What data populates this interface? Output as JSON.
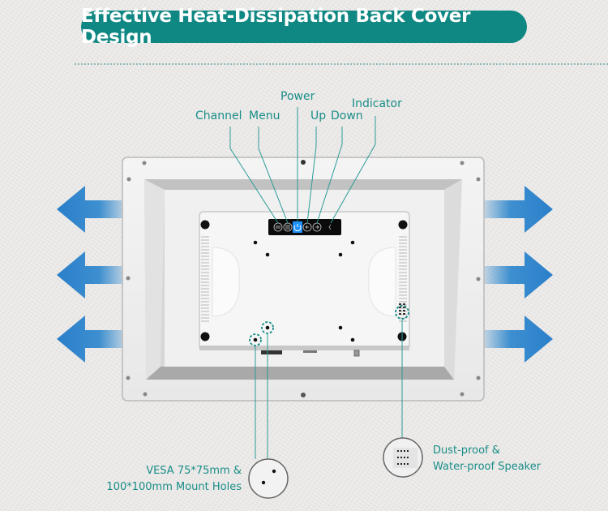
{
  "title": "Effective Heat-Dissipation Back Cover Design",
  "callouts": {
    "channel": "Channel",
    "menu": "Menu",
    "power": "Power",
    "up": "Up",
    "down": "Down",
    "indicator": "Indicator"
  },
  "notes": {
    "vesa_line1": "VESA 75*75mm &",
    "vesa_line2": "100*100mm Mount Holes",
    "speaker_line1": "Dust-proof &",
    "speaker_line2": "Water-proof Speaker"
  },
  "colors": {
    "accent": "#0f8783",
    "arrow": "#2a7fc9",
    "power_button": "#1e90ff"
  }
}
